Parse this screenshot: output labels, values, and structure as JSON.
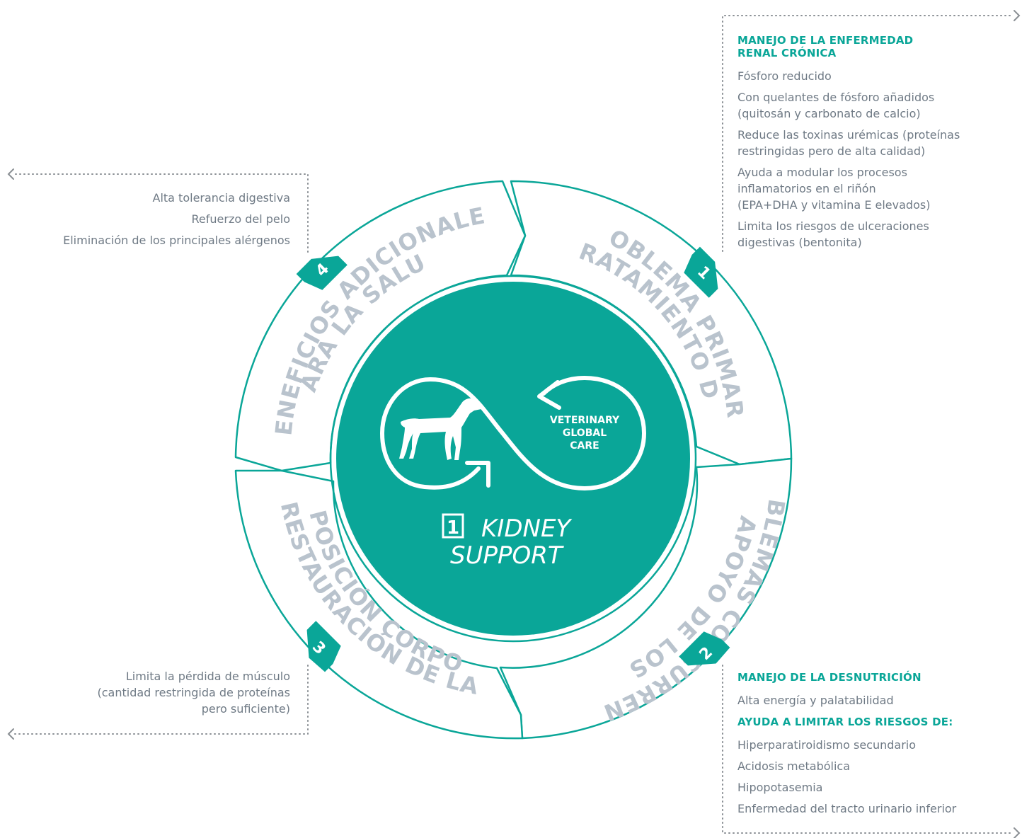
{
  "segments": [
    {
      "number": "1",
      "line1": "TRATAMIENTO DEL",
      "line2": "PROBLEMA PRIMARIO"
    },
    {
      "number": "2",
      "line1": "APOYO DE LOS",
      "line2": "PROBLEMAS CONCURRENTES"
    },
    {
      "number": "3",
      "line1": "RESTAURACIÓN DE LA",
      "line2": "COMPOSICIÓN CORPORAL"
    },
    {
      "number": "4",
      "line1": "BENEFICIOS ADICIONALES",
      "line2": "PARA LA SALUD"
    }
  ],
  "center": {
    "badge_line1": "VETERINARY",
    "badge_line2": "GLOBAL",
    "badge_line3": "CARE",
    "product_number": "1",
    "product_line1": "KIDNEY",
    "product_line2": "SUPPORT"
  },
  "panel_1": {
    "heading_line1": "MANEJO DE LA ENFERMEDAD",
    "heading_line2": "RENAL CRÓNICA",
    "items": [
      [
        "Fósforo reducido"
      ],
      [
        "Con quelantes de fósforo añadidos",
        "(quitosán y carbonato de calcio)"
      ],
      [
        "Reduce las toxinas urémicas (proteínas",
        "restringidas pero de alta calidad)"
      ],
      [
        "Ayuda a modular los procesos",
        "inflamatorios en el riñón",
        "(EPA+DHA y vitamina E elevados)"
      ],
      [
        "Limita los riesgos de ulceraciones",
        "digestivas (bentonita)"
      ]
    ]
  },
  "panel_2": {
    "heading": "MANEJO DE LA DESNUTRICIÓN",
    "items_a": [
      "Alta energía y palatabilidad"
    ],
    "subheading": "AYUDA A LIMITAR LOS RIESGOS DE:",
    "items_b": [
      "Hiperparatiroidismo secundario",
      "Acidosis metabólica",
      "Hipopotasemia",
      "Enfermedad del tracto urinario inferior"
    ]
  },
  "panel_3": {
    "items": [
      [
        "Limita la pérdida de músculo",
        "(cantidad restringida de proteínas",
        "pero suficiente)"
      ]
    ]
  },
  "panel_4": {
    "items": [
      "Alta tolerancia digestiva",
      "Refuerzo del pelo",
      "Eliminación de los principales alérgenos"
    ]
  },
  "colors": {
    "teal": "#0aa698",
    "segment_text": "#b9c3cd",
    "body_text": "#6f7a85",
    "connector": "#8a8f94"
  }
}
